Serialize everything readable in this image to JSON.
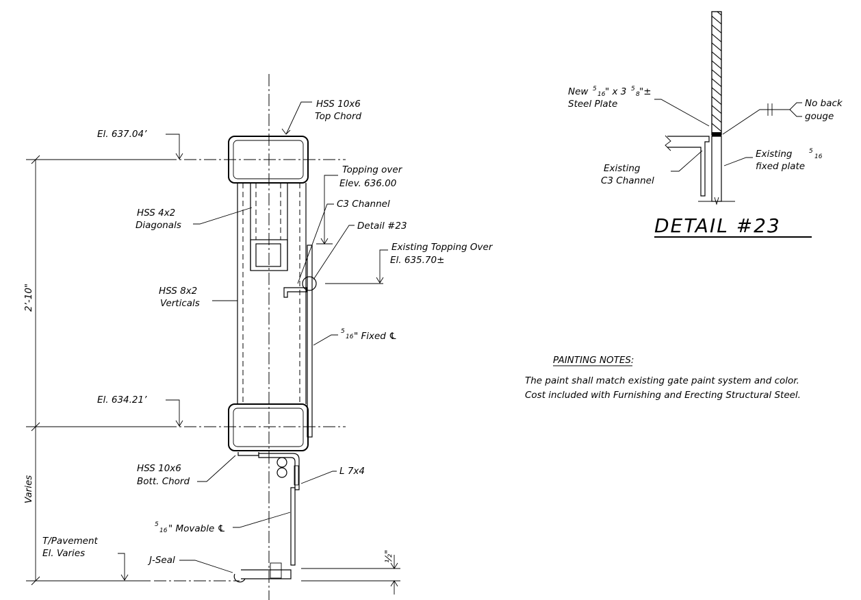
{
  "main_section": {
    "hss_top": [
      "HSS 10x6",
      "Top Chord"
    ],
    "el_top": "El. 637.04’",
    "topping_over": [
      "Topping over",
      "Elev. 636.00"
    ],
    "hss_diag": [
      "HSS 4x2",
      "Diagonals"
    ],
    "c3_channel": "C3 Channel",
    "detail_ref": "Detail #23",
    "existing_topping": [
      "Existing Topping Over",
      "El. 635.70±"
    ],
    "dim_height": "2’-10\"",
    "hss_vert": [
      "HSS 8x2",
      "Verticals"
    ],
    "fixed_pl_frac": [
      "5",
      "16"
    ],
    "fixed_pl": "\" Fixed ℄",
    "el_bottom": "El. 634.21’",
    "hss_bott": [
      "HSS 10x6",
      "Bott. Chord"
    ],
    "angle": "L 7x4",
    "dim_varies": "Varies",
    "movable_pl_frac": [
      "5",
      "16"
    ],
    "movable_pl": "\" Movable ℄",
    "pavement": [
      "T/Pavement",
      "El. Varies"
    ],
    "jseal": "J-Seal",
    "dim_half": "½\""
  },
  "detail": {
    "title": "DETAIL #23",
    "new_plate_prefix": "New",
    "new_plate_frac1": [
      "5",
      "16"
    ],
    "new_plate_mid": "\" x 3",
    "new_plate_frac2": [
      "5",
      "8"
    ],
    "new_plate_suffix": "\"±",
    "new_plate_line2": "Steel Plate",
    "no_back": [
      "No back",
      "gouge"
    ],
    "existing_plate_prefix": "Existing",
    "existing_plate_frac": [
      "5",
      "16"
    ],
    "existing_plate_line2": "fixed plate",
    "existing_channel": [
      "Existing",
      "C3 Channel"
    ]
  },
  "notes": {
    "heading": "PAINTING NOTES:",
    "lines": [
      "The paint shall match existing gate paint system and color.",
      "Cost included with Furnishing and Erecting Structural Steel."
    ]
  }
}
